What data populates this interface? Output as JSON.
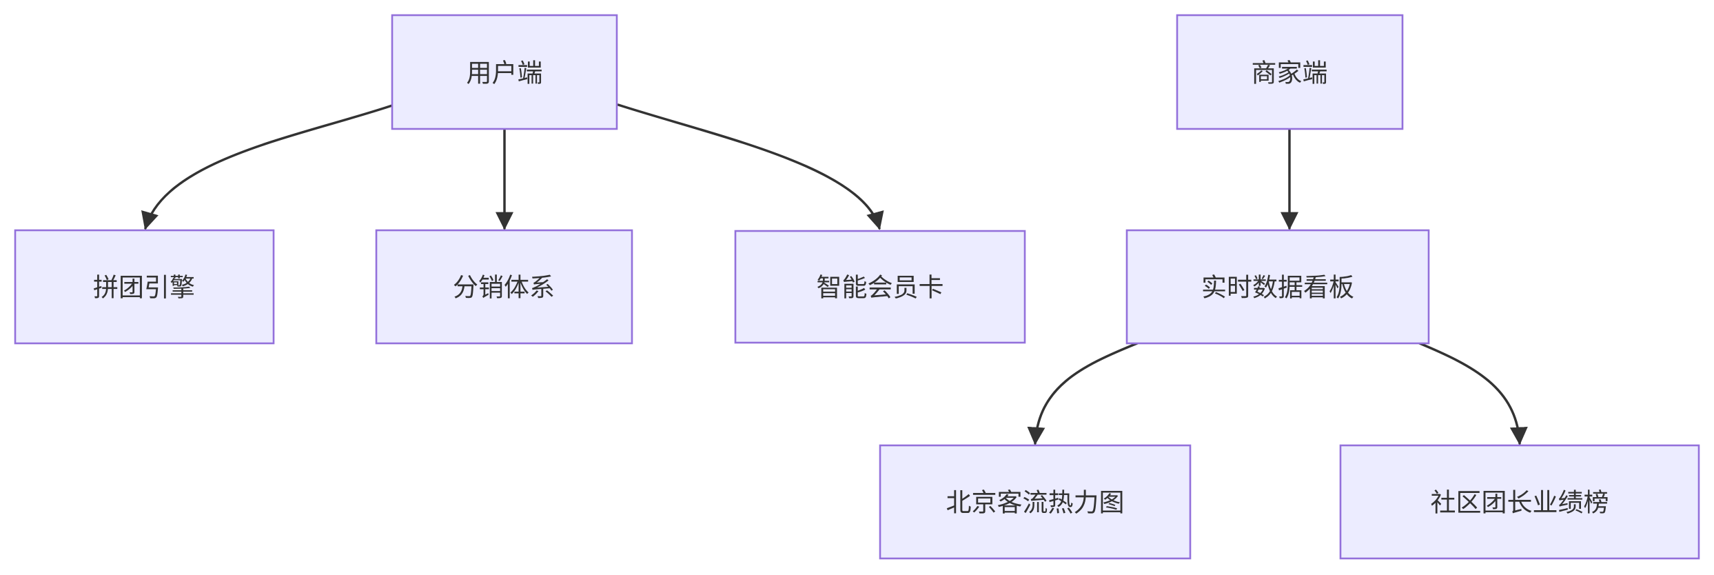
{
  "diagram": {
    "type": "flowchart",
    "direction": "top-down",
    "colors": {
      "background": "#FFFFFF",
      "node_fill": "#ECECFF",
      "node_border": "#9370DB",
      "edge_line": "#333333",
      "label_text": "#333333"
    },
    "nodes": [
      {
        "id": "user-app",
        "label": "用户端"
      },
      {
        "id": "merchant-app",
        "label": "商家端"
      },
      {
        "id": "group-buy-engine",
        "label": "拼团引擎"
      },
      {
        "id": "distribution-system",
        "label": "分销体系"
      },
      {
        "id": "smart-membership-card",
        "label": "智能会员卡"
      },
      {
        "id": "realtime-dashboard",
        "label": "实时数据看板"
      },
      {
        "id": "beijing-heatmap",
        "label": "北京客流热力图"
      },
      {
        "id": "leader-leaderboard",
        "label": "社区团长业绩榜"
      }
    ],
    "edges": [
      {
        "from": "user-app",
        "to": "group-buy-engine"
      },
      {
        "from": "user-app",
        "to": "distribution-system"
      },
      {
        "from": "user-app",
        "to": "smart-membership-card"
      },
      {
        "from": "merchant-app",
        "to": "realtime-dashboard"
      },
      {
        "from": "realtime-dashboard",
        "to": "beijing-heatmap"
      },
      {
        "from": "realtime-dashboard",
        "to": "leader-leaderboard"
      }
    ]
  }
}
